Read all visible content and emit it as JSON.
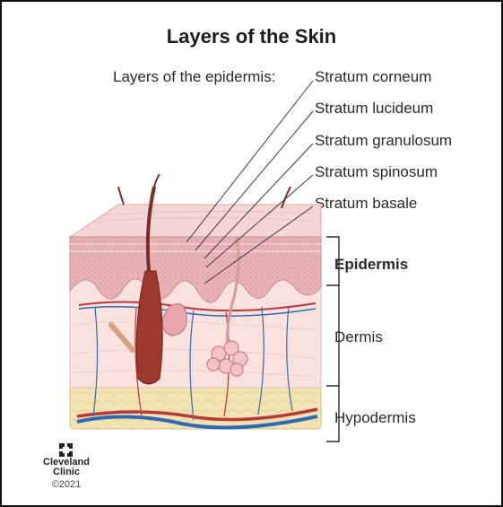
{
  "title": "Layers of the Skin",
  "epidermis_intro": "Layers of the epidermis:",
  "strata": [
    "Stratum corneum",
    "Stratum lucideum",
    "Stratum granulosum",
    "Stratum spinosum",
    "Stratum basale"
  ],
  "regions": {
    "epidermis": "Epidermis",
    "dermis": "Dermis",
    "hypodermis": "Hypodermis"
  },
  "branding": {
    "name_line1": "Cleveland",
    "name_line2": "Clinic",
    "copyright": "©2021"
  },
  "colors": {
    "epidermis": "#e8b2b6",
    "dermis": "#f9e1de",
    "hypodermis": "#f2e3b3",
    "vein": "#2f6bb5",
    "artery": "#b8383c",
    "hair": "#7a2f26"
  }
}
